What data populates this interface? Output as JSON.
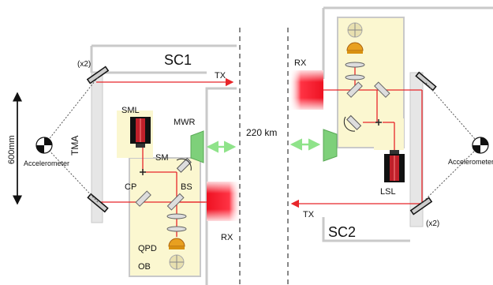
{
  "labels": {
    "sc1": "SC1",
    "sc2": "SC2",
    "tx_top": "TX",
    "tx_bottom": "TX",
    "rx_left": "RX",
    "rx_right": "RX",
    "x2_top": "(x2)",
    "x2_bottom": "(x2)",
    "distance_600": "600mm",
    "accelerometer_left": "Accelerometer",
    "accelerometer_right": "Accelerometer",
    "tma": "TMA",
    "sml": "SML",
    "sm": "SM",
    "mwr": "MWR",
    "cp": "CP",
    "bs": "BS",
    "qpd": "QPD",
    "ob": "OB",
    "lsl": "LSL",
    "distance_220": "220 km"
  },
  "colors": {
    "beam": "#e8262a",
    "bench_fill": "#fbf7d0",
    "frame": "#c9c9c9",
    "link": "#8fe38a",
    "mwr_fill": "#7ed07a"
  }
}
